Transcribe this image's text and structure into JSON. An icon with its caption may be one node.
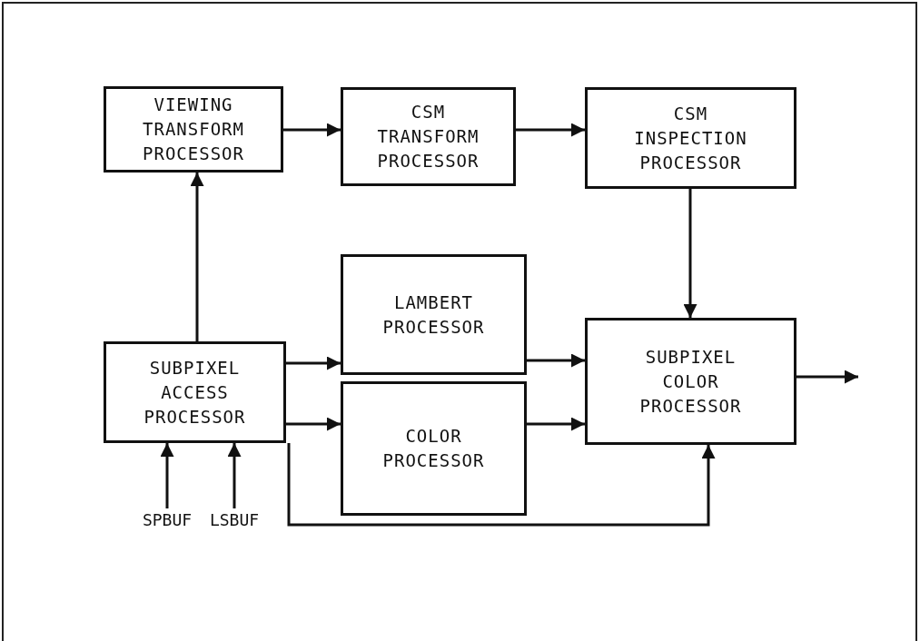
{
  "diagram": {
    "nodes": [
      {
        "text": [
          "VIEWING TRANSFORM PROCESSOR"
        ]
      },
      {
        "text": [
          "CSM TRANSFORM PROCESSOR"
        ]
      },
      {
        "text": [
          "CSM INSPECTION PROCESSOR"
        ]
      },
      {
        "text": [
          "LAMBERT PROCESSOR"
        ]
      },
      {
        "text": [
          "SUBPIXEL ACCESS PROCESSOR"
        ]
      },
      {
        "text": [
          "SUBPIXEL COLOR PROCESSOR"
        ]
      },
      {
        "text": [
          "COLOR PROCESSOR"
        ]
      },
      {
        "text": [
          "SPBUF"
        ]
      },
      {
        "text": [
          "LSBUF"
        ]
      }
    ],
    "edges": [
      {
        "from": 0,
        "to": 1,
        "arrow": "to"
      },
      {
        "from": 1,
        "to": 2,
        "arrow": "to"
      },
      {
        "from": 2,
        "to": 5,
        "arrow": "to"
      },
      {
        "from": 4,
        "to": 0,
        "arrow": "to"
      },
      {
        "from": 4,
        "to": 3,
        "arrow": "to"
      },
      {
        "from": 4,
        "to": 6,
        "arrow": "to"
      },
      {
        "from": 3,
        "to": 5,
        "arrow": "to"
      },
      {
        "from": 6,
        "to": 5,
        "arrow": "to"
      },
      {
        "from": 4,
        "to": 5,
        "arrow": "to"
      },
      {
        "from": 5,
        "to": null,
        "arrow": "to"
      },
      {
        "from": 7,
        "to": 4,
        "arrow": "to"
      },
      {
        "from": 8,
        "to": 4,
        "arrow": "to"
      }
    ]
  }
}
